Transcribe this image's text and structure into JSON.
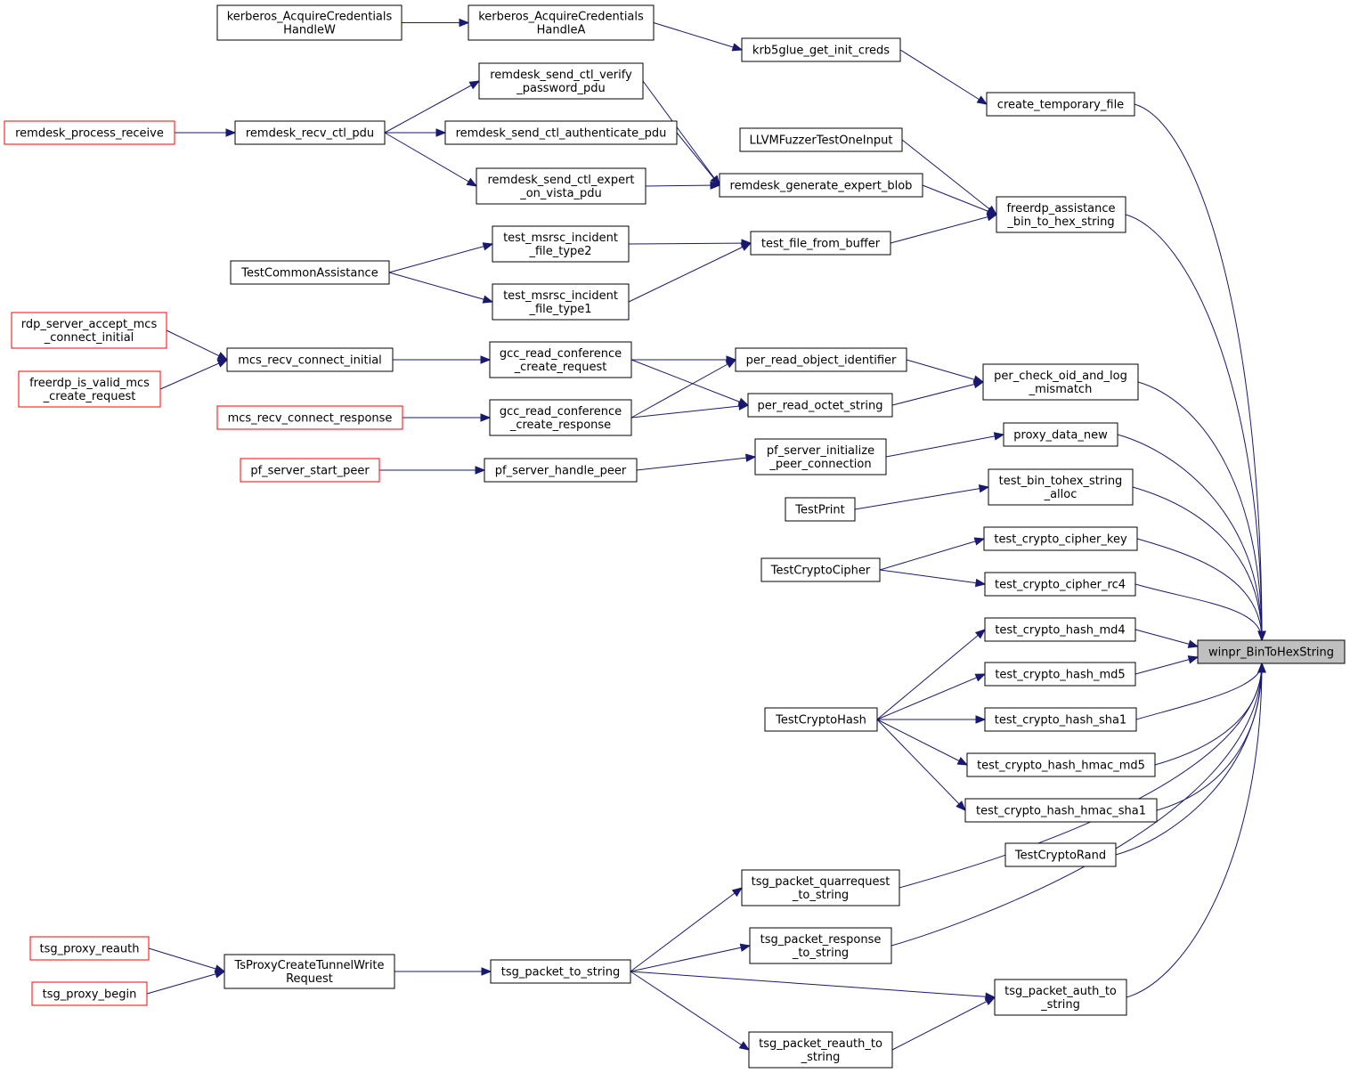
{
  "graph": {
    "target": "winpr_BinToHexString",
    "nodes": [
      {
        "id": "kerbW",
        "lines": [
          "kerberos_AcquireCredentials",
          "HandleW"
        ]
      },
      {
        "id": "kerbA",
        "lines": [
          "kerberos_AcquireCredentials",
          "HandleA"
        ]
      },
      {
        "id": "krb5",
        "lines": [
          "krb5glue_get_init_creds"
        ]
      },
      {
        "id": "tmpfile",
        "lines": [
          "create_temporary_file"
        ]
      },
      {
        "id": "rdprecv",
        "lines": [
          "remdesk_process_receive"
        ],
        "red": true
      },
      {
        "id": "rdrecvctl",
        "lines": [
          "remdesk_recv_ctl_pdu"
        ]
      },
      {
        "id": "rdverify",
        "lines": [
          "remdesk_send_ctl_verify",
          "_password_pdu"
        ]
      },
      {
        "id": "rdauth",
        "lines": [
          "remdesk_send_ctl_authenticate_pdu"
        ]
      },
      {
        "id": "rdexpert",
        "lines": [
          "remdesk_send_ctl_expert",
          "_on_vista_pdu"
        ]
      },
      {
        "id": "llvm",
        "lines": [
          "LLVMFuzzerTestOneInput"
        ]
      },
      {
        "id": "rdgen",
        "lines": [
          "remdesk_generate_expert_blob"
        ]
      },
      {
        "id": "fabh",
        "lines": [
          "freerdp_assistance",
          "_bin_to_hex_string"
        ]
      },
      {
        "id": "tfb",
        "lines": [
          "test_file_from_buffer"
        ]
      },
      {
        "id": "tmt2",
        "lines": [
          "test_msrsc_incident",
          "_file_type2"
        ]
      },
      {
        "id": "tca",
        "lines": [
          "TestCommonAssistance"
        ]
      },
      {
        "id": "tmt1",
        "lines": [
          "test_msrsc_incident",
          "_file_type1"
        ]
      },
      {
        "id": "rsam",
        "lines": [
          "rdp_server_accept_mcs",
          "_connect_initial"
        ],
        "red": true
      },
      {
        "id": "mcsci",
        "lines": [
          "mcs_recv_connect_initial"
        ]
      },
      {
        "id": "fivm",
        "lines": [
          "freerdp_is_valid_mcs",
          "_create_request"
        ],
        "red": true
      },
      {
        "id": "gccreq",
        "lines": [
          "gcc_read_conference",
          "_create_request"
        ]
      },
      {
        "id": "proi",
        "lines": [
          "per_read_object_identifier"
        ]
      },
      {
        "id": "pcoid",
        "lines": [
          "per_check_oid_and_log",
          "_mismatch"
        ]
      },
      {
        "id": "pros",
        "lines": [
          "per_read_octet_string"
        ]
      },
      {
        "id": "mcscr",
        "lines": [
          "mcs_recv_connect_response"
        ],
        "red": true
      },
      {
        "id": "gccresp",
        "lines": [
          "gcc_read_conference",
          "_create_response"
        ]
      },
      {
        "id": "pdn",
        "lines": [
          "proxy_data_new"
        ]
      },
      {
        "id": "psipc",
        "lines": [
          "pf_server_initialize",
          "_peer_connection"
        ]
      },
      {
        "id": "pssp",
        "lines": [
          "pf_server_start_peer"
        ],
        "red": true
      },
      {
        "id": "pshp",
        "lines": [
          "pf_server_handle_peer"
        ]
      },
      {
        "id": "tbtsa",
        "lines": [
          "test_bin_tohex_string",
          "_alloc"
        ]
      },
      {
        "id": "tprint",
        "lines": [
          "TestPrint"
        ]
      },
      {
        "id": "tcck",
        "lines": [
          "test_crypto_cipher_key"
        ]
      },
      {
        "id": "tcc",
        "lines": [
          "TestCryptoCipher"
        ]
      },
      {
        "id": "tccrc4",
        "lines": [
          "test_crypto_cipher_rc4"
        ]
      },
      {
        "id": "tchmd4",
        "lines": [
          "test_crypto_hash_md4"
        ]
      },
      {
        "id": "target",
        "lines": [
          "winpr_BinToHexString"
        ],
        "target": true
      },
      {
        "id": "tchmd5",
        "lines": [
          "test_crypto_hash_md5"
        ]
      },
      {
        "id": "tch",
        "lines": [
          "TestCryptoHash"
        ]
      },
      {
        "id": "tchsha1",
        "lines": [
          "test_crypto_hash_sha1"
        ]
      },
      {
        "id": "tchhmd5",
        "lines": [
          "test_crypto_hash_hmac_md5"
        ]
      },
      {
        "id": "tchhsha1",
        "lines": [
          "test_crypto_hash_hmac_sha1"
        ]
      },
      {
        "id": "tcr",
        "lines": [
          "TestCryptoRand"
        ]
      },
      {
        "id": "tpqts",
        "lines": [
          "tsg_packet_quarrequest",
          "_to_string"
        ]
      },
      {
        "id": "tpr",
        "lines": [
          "tsg_proxy_reauth"
        ],
        "red": true
      },
      {
        "id": "tpctwr",
        "lines": [
          "TsProxyCreateTunnelWrite",
          "Request"
        ]
      },
      {
        "id": "tpts",
        "lines": [
          "tsg_packet_to_string"
        ]
      },
      {
        "id": "tprts",
        "lines": [
          "tsg_packet_response",
          "_to_string"
        ]
      },
      {
        "id": "tpb",
        "lines": [
          "tsg_proxy_begin"
        ],
        "red": true
      },
      {
        "id": "tpats",
        "lines": [
          "tsg_packet_auth_to",
          "_string"
        ]
      },
      {
        "id": "tprats",
        "lines": [
          "tsg_packet_reauth_to",
          "_string"
        ]
      }
    ],
    "edges": [
      [
        "kerbW",
        "kerbA"
      ],
      [
        "kerbA",
        "krb5"
      ],
      [
        "krb5",
        "tmpfile"
      ],
      [
        "tmpfile",
        "target"
      ],
      [
        "rdprecv",
        "rdrecvctl"
      ],
      [
        "rdrecvctl",
        "rdverify"
      ],
      [
        "rdrecvctl",
        "rdauth"
      ],
      [
        "rdrecvctl",
        "rdexpert"
      ],
      [
        "rdverify",
        "rdgen"
      ],
      [
        "rdauth",
        "rdgen"
      ],
      [
        "rdexpert",
        "rdgen"
      ],
      [
        "rdgen",
        "fabh"
      ],
      [
        "llvm",
        "fabh"
      ],
      [
        "tfb",
        "fabh"
      ],
      [
        "fabh",
        "target"
      ],
      [
        "tca",
        "tmt2"
      ],
      [
        "tca",
        "tmt1"
      ],
      [
        "tmt2",
        "tfb"
      ],
      [
        "tmt1",
        "tfb"
      ],
      [
        "rsam",
        "mcsci"
      ],
      [
        "fivm",
        "mcsci"
      ],
      [
        "mcsci",
        "gccreq"
      ],
      [
        "gccreq",
        "proi"
      ],
      [
        "gccreq",
        "pros"
      ],
      [
        "gccresp",
        "proi"
      ],
      [
        "gccresp",
        "pros"
      ],
      [
        "mcscr",
        "gccresp"
      ],
      [
        "proi",
        "pcoid"
      ],
      [
        "pros",
        "pcoid"
      ],
      [
        "pcoid",
        "target"
      ],
      [
        "pssp",
        "pshp"
      ],
      [
        "pshp",
        "psipc"
      ],
      [
        "psipc",
        "pdn"
      ],
      [
        "pdn",
        "target"
      ],
      [
        "tprint",
        "tbtsa"
      ],
      [
        "tbtsa",
        "target"
      ],
      [
        "tcc",
        "tcck"
      ],
      [
        "tcc",
        "tccrc4"
      ],
      [
        "tcck",
        "target"
      ],
      [
        "tccrc4",
        "target"
      ],
      [
        "tch",
        "tchmd4"
      ],
      [
        "tch",
        "tchmd5"
      ],
      [
        "tch",
        "tchsha1"
      ],
      [
        "tch",
        "tchhmd5"
      ],
      [
        "tch",
        "tchhsha1"
      ],
      [
        "tchmd4",
        "target"
      ],
      [
        "tchmd5",
        "target"
      ],
      [
        "tchsha1",
        "target"
      ],
      [
        "tchhmd5",
        "target"
      ],
      [
        "tchhsha1",
        "target"
      ],
      [
        "tcr",
        "target"
      ],
      [
        "tpr",
        "tpctwr"
      ],
      [
        "tpb",
        "tpctwr"
      ],
      [
        "tpctwr",
        "tpts"
      ],
      [
        "tpts",
        "tpqts"
      ],
      [
        "tpts",
        "tprts"
      ],
      [
        "tpts",
        "tpats"
      ],
      [
        "tpts",
        "tprats"
      ],
      [
        "tprats",
        "tpats"
      ],
      [
        "tpqts",
        "target"
      ],
      [
        "tprts",
        "target"
      ],
      [
        "tpats",
        "target"
      ]
    ]
  }
}
